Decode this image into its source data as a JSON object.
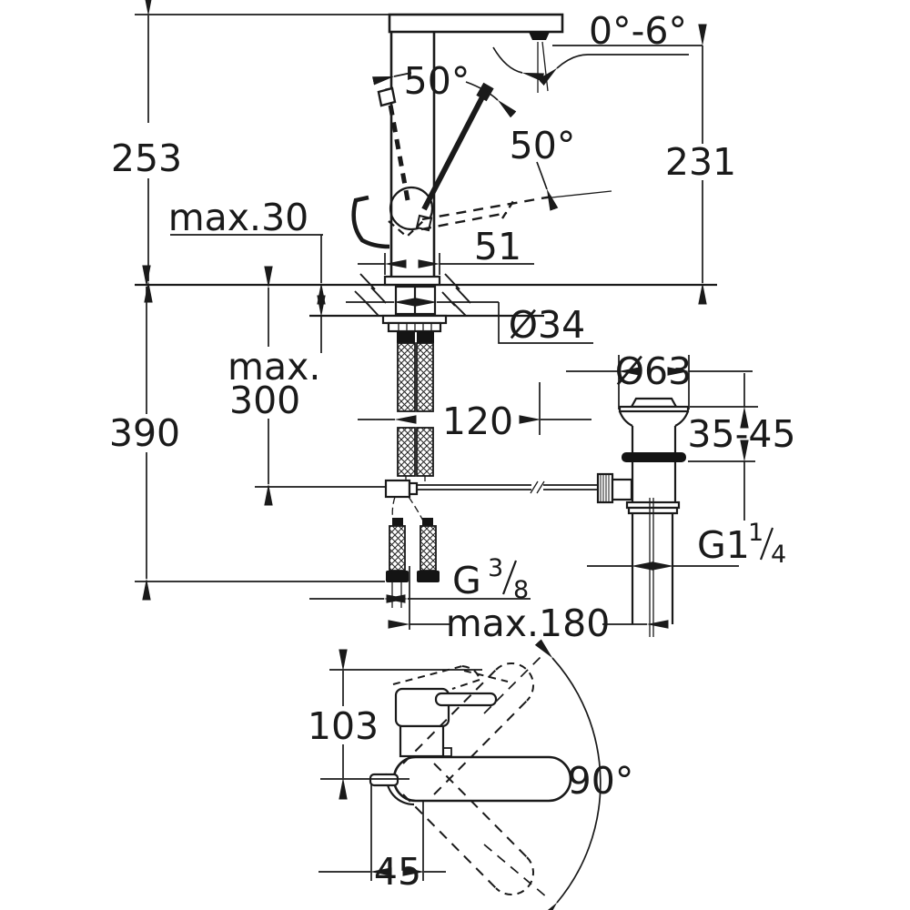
{
  "drawing": {
    "side_view": {
      "dim_height_total": "253",
      "dim_height_aerator": "231",
      "dim_deck_max": "max.30",
      "dim_handle_angle_back": "50°",
      "dim_handle_angle_front": "50°",
      "dim_aerator_angle": "0°-6°",
      "dim_base_width": "51",
      "dim_shank_dia": "Ø34",
      "dim_hose_max_prefix": "max.",
      "dim_hose_max_value": "300",
      "dim_below_deck": "390",
      "dim_reach": "120",
      "thread_hose": {
        "symbol": "G",
        "num": "3",
        "den": "8"
      },
      "dim_center_distance": "max.180"
    },
    "drain_view": {
      "dim_flange_dia": "Ø63",
      "dim_deck_range": "35-45",
      "thread_waste": {
        "symbol": "G1",
        "num": "1",
        "den": "4"
      }
    },
    "top_view": {
      "dim_depth": "103",
      "dim_swivel": "90°",
      "dim_rod_offset": "45"
    }
  }
}
